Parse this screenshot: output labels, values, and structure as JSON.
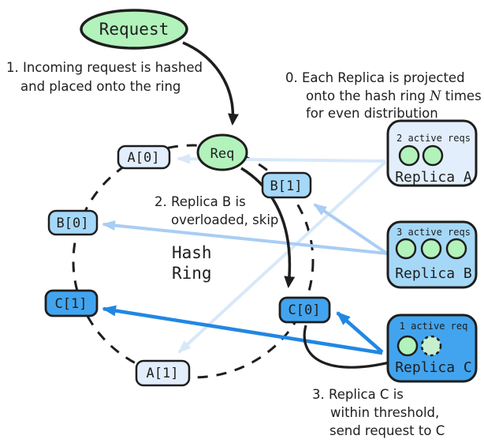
{
  "colors": {
    "ink": "#1e1e1e",
    "node_green": "#b2f2bb",
    "node_green_light": "#c8efcd",
    "blue_lightest": "#e2eefb",
    "blue_mid": "#a5d8f7",
    "blue_bright": "#42a4ee",
    "arrow_replica_a": "#d8e8fa",
    "arrow_replica_b": "#a9cdf4",
    "arrow_replica_c": "#2287e2",
    "background": "#ffffff"
  },
  "request_node": {
    "label": "Request"
  },
  "req_node": {
    "label": "Req"
  },
  "ring": {
    "label_lines": [
      "Hash",
      "Ring"
    ]
  },
  "ring_nodes": {
    "a0": {
      "label": "A[0]"
    },
    "b1": {
      "label": "B[1]"
    },
    "b0": {
      "label": "B[0]"
    },
    "c1": {
      "label": "C[1]"
    },
    "c0": {
      "label": "C[0]"
    },
    "a1": {
      "label": "A[1]"
    }
  },
  "replicas": {
    "a": {
      "label": "Replica A",
      "status": "2 active reqs",
      "active_requests": 2
    },
    "b": {
      "label": "Replica B",
      "status": "3 active reqs",
      "active_requests": 3
    },
    "c": {
      "label": "Replica C",
      "status": "1 active req",
      "active_requests": 1,
      "incoming_request": 1
    }
  },
  "annotations": {
    "note1": [
      "1. Incoming request is hashed",
      "and placed onto the ring"
    ],
    "note0_line1": "0. Each Replica is projected",
    "note0_line2_parts": [
      "onto the hash ring ",
      "N",
      " times"
    ],
    "note0_line3": "for even distribution",
    "note2": [
      "2. Replica B is",
      "overloaded, skip"
    ],
    "note3": [
      "3. Replica C is",
      "within threshold,",
      "send request to C"
    ]
  }
}
